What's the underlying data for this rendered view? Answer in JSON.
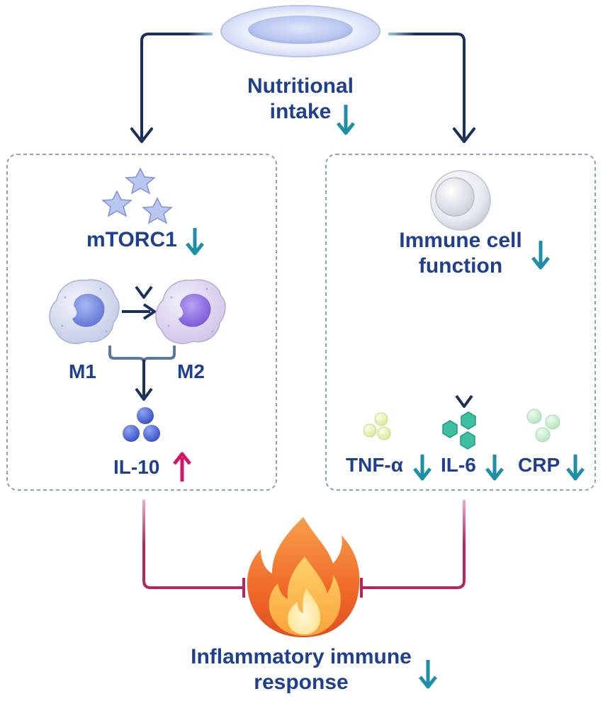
{
  "top": {
    "label_line1": "Nutritional",
    "label_line2": "intake"
  },
  "left_panel": {
    "mtorc1_label": "mTORC1",
    "m1_label": "M1",
    "m2_label": "M2",
    "il10_label": "IL-10"
  },
  "right_panel": {
    "immune_line1": "Immune cell",
    "immune_line2": "function",
    "tnf_label": "TNF-α",
    "il6_label": "IL-6",
    "crp_label": "CRP"
  },
  "bottom": {
    "label_line1": "Inflammatory immune",
    "label_line2": "response"
  },
  "colors": {
    "text": "#1f3f8f",
    "dark_arrow": "#1b2f5c",
    "down_arrow": "#1d8fa8",
    "up_arrow": "#d6146a",
    "inhibit_line": "#b8265f",
    "panel_border": "#8f9fc4"
  }
}
